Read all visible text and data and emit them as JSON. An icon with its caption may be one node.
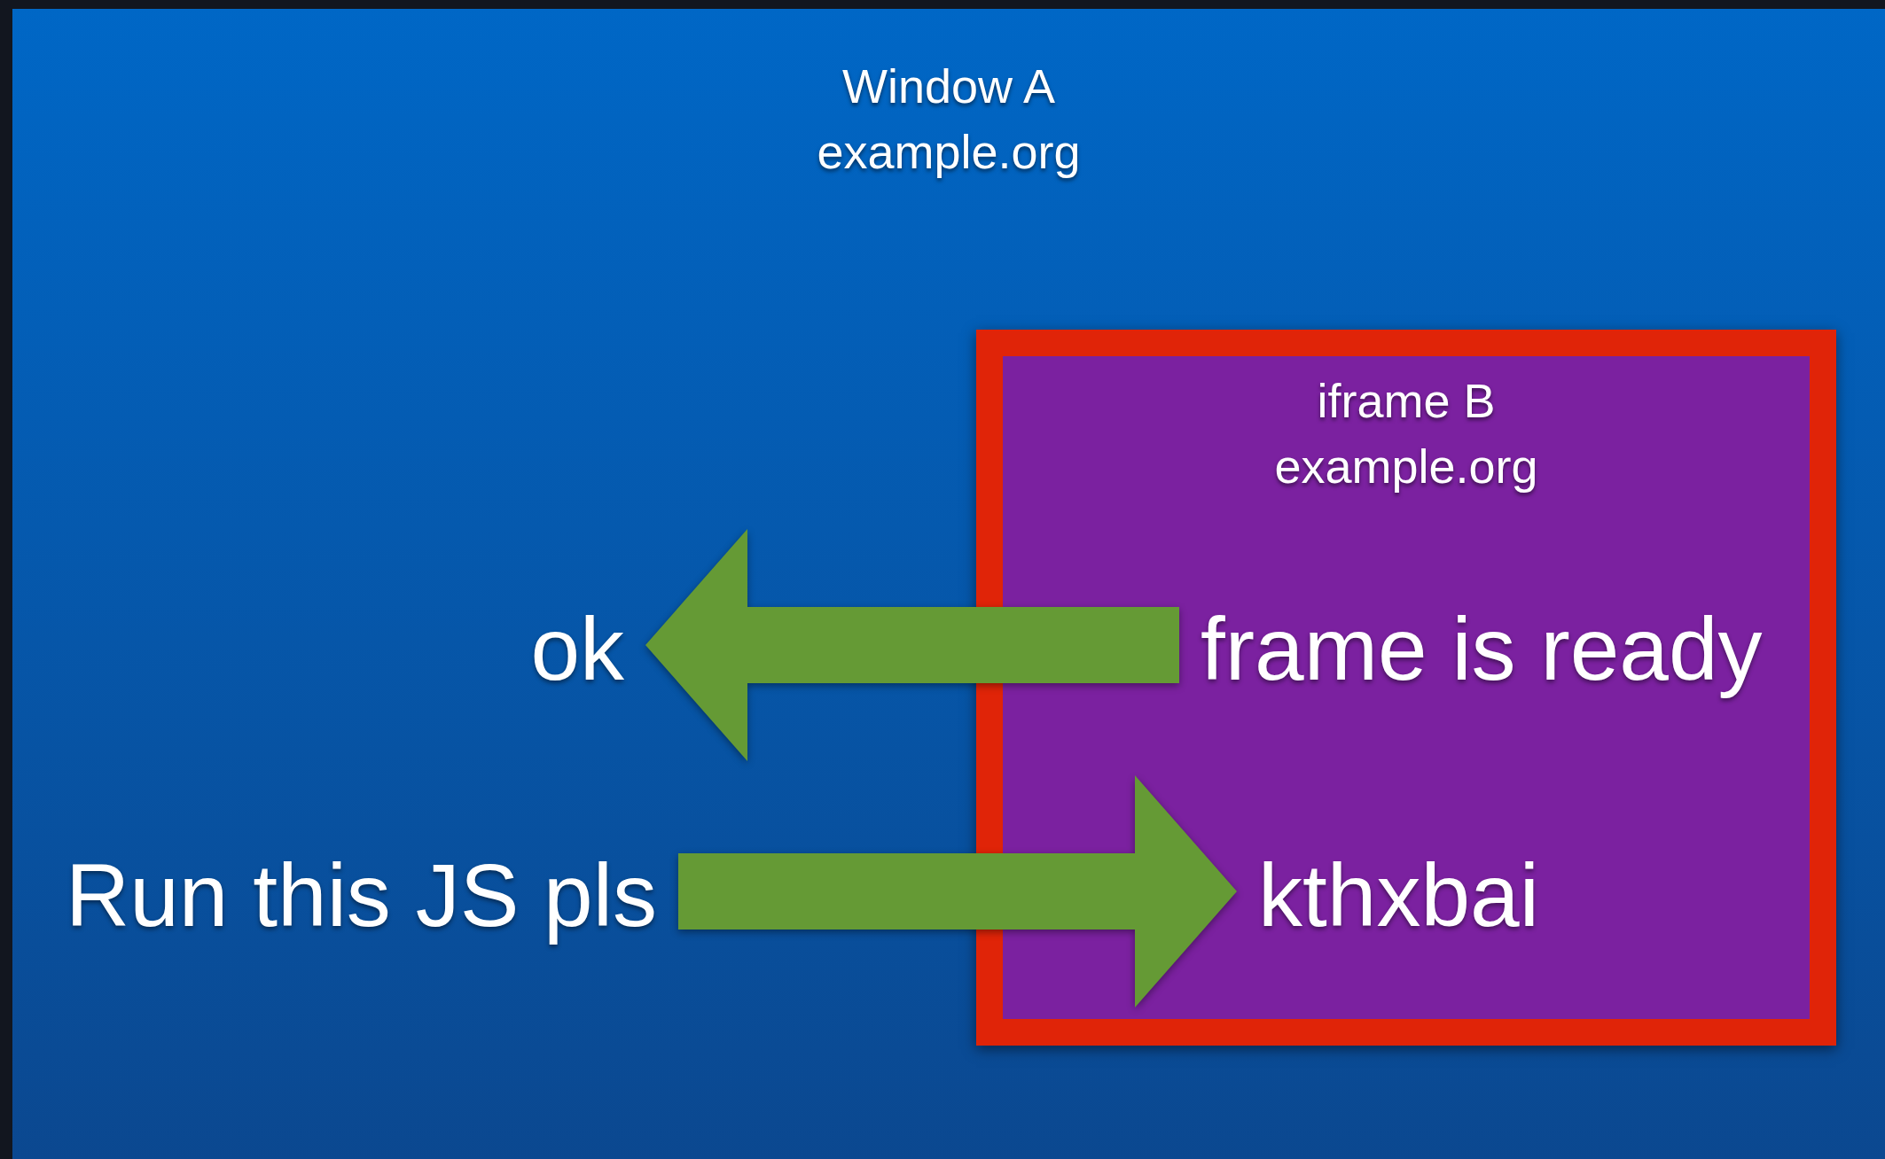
{
  "diagram": {
    "nodes": [
      {
        "text": [
          "Window A",
          "example.org"
        ]
      },
      {
        "text": [
          "iframe B",
          "example.org"
        ],
        "in": 0
      },
      {
        "text": [
          "ok"
        ],
        "in": 0
      },
      {
        "text": [
          "frame is ready"
        ],
        "in": 1
      },
      {
        "text": [
          "Run this JS pls"
        ],
        "in": 0
      },
      {
        "text": [
          "kthxbai"
        ],
        "in": 1
      }
    ],
    "edges": [
      {
        "from": 3,
        "to": 2,
        "arrow": "to",
        "style": "thick"
      },
      {
        "from": 4,
        "to": 5,
        "arrow": "to",
        "style": "thick"
      }
    ]
  }
}
